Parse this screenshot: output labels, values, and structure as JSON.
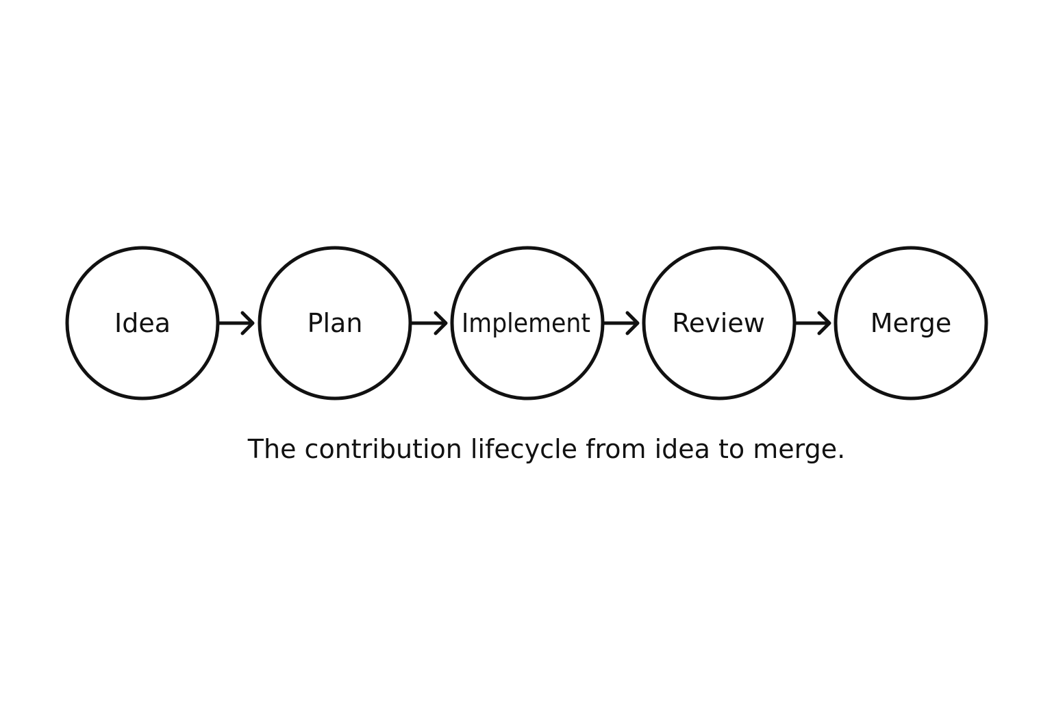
{
  "diagram": {
    "steps": [
      {
        "label": "Idea"
      },
      {
        "label": "Plan"
      },
      {
        "label": "Implement"
      },
      {
        "label": "Review"
      },
      {
        "label": "Merge"
      }
    ],
    "caption": "The contribution lifecycle from idea to merge."
  },
  "colors": {
    "stroke": "#111111",
    "background": "#ffffff"
  }
}
